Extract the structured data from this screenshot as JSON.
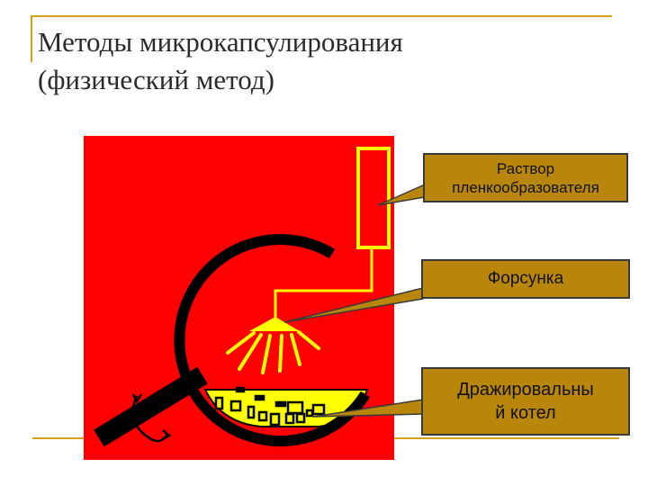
{
  "title": {
    "line1": "Методы микрокапсулирования",
    "line2": "(физический метод)"
  },
  "callouts": {
    "solution": [
      "Раствор",
      "пленкообразователя"
    ],
    "nozzle": [
      "Форсунка"
    ],
    "pan": [
      "Дражировальны",
      "й котел"
    ]
  },
  "colors": {
    "background_panel": "#ff0000",
    "spray_and_tank": "#ffff00",
    "callout_fill": "#b8860b",
    "decoration_line": "#d4a017"
  }
}
